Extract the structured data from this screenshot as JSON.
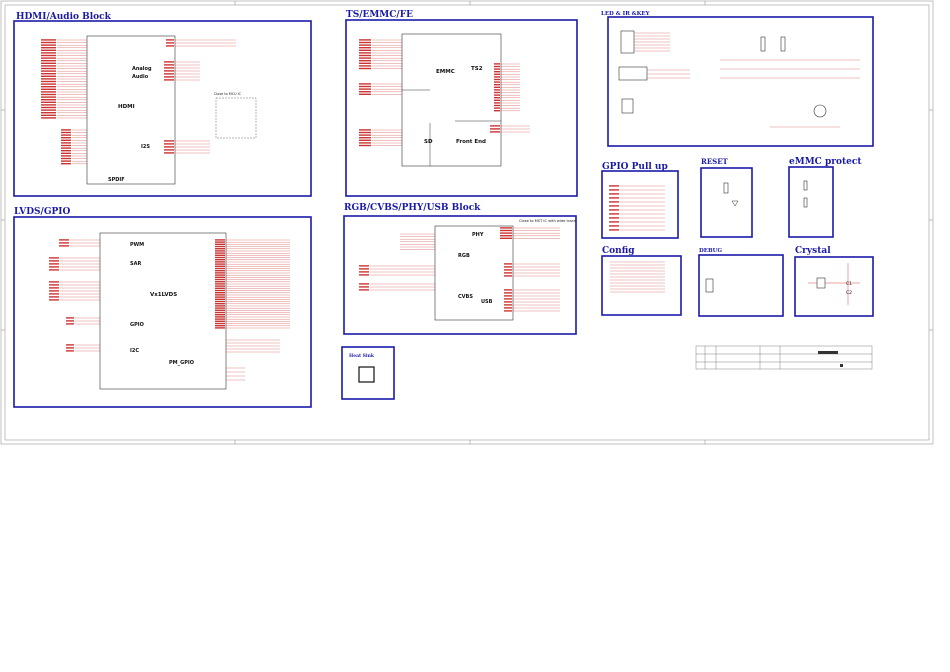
{
  "blocks": {
    "hdmi_audio": {
      "title": "HDMI/Audio Block",
      "labels": [
        "Analog",
        "Audio",
        "HDMI",
        "I2S",
        "SPDIF"
      ],
      "note": "Close to MCU IC"
    },
    "ts_emmc_fe": {
      "title": "TS/EMMC/FE",
      "labels": [
        "EMMC",
        "TS2",
        "SD",
        "Front End"
      ]
    },
    "led_ir_key": {
      "title": "LED & IR &KEY"
    },
    "lvds_gpio": {
      "title": "LVDS/GPIO",
      "labels": [
        "PWM",
        "SAR",
        "Vx1LVDS",
        "GPIO",
        "I2C",
        "PM_GPIO"
      ]
    },
    "rgb_cvbs_phy_usb": {
      "title": "RGB/CVBS/PHY/USB Block",
      "labels": [
        "PHY",
        "RGB",
        "CVBS",
        "USB"
      ],
      "note": "Close to MST IC with wide trace"
    },
    "gpio_pullup": {
      "title": "GPIO Pull up"
    },
    "reset": {
      "title": "RESET"
    },
    "emmc_protect": {
      "title": "eMMC protect"
    },
    "config": {
      "title": "Config"
    },
    "debug": {
      "title": "DEBUG"
    },
    "crystal": {
      "title": "Crystal",
      "labels": [
        "C1",
        "C2"
      ]
    },
    "heat_sink": {
      "title": "Heat Sink"
    }
  }
}
